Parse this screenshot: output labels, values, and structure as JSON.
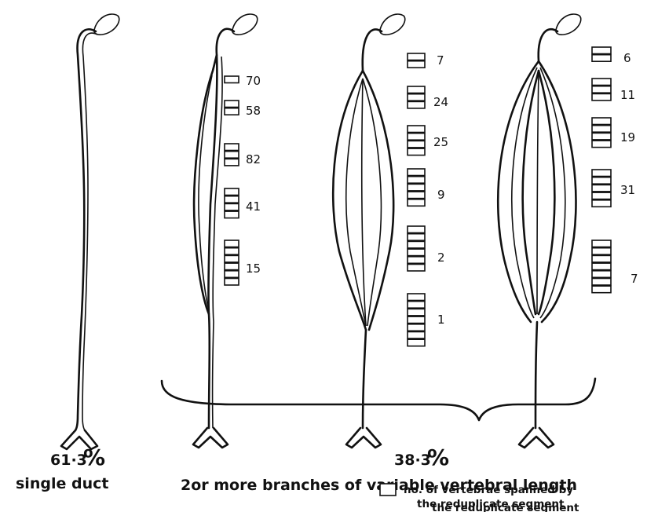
{
  "figure": {
    "groups": [
      {
        "percent": "61·3",
        "percent_sign": "%",
        "label": "single duct"
      },
      {
        "percent": "38·3",
        "percent_sign": "%",
        "label": "2or more branches of variable vertebral length"
      }
    ],
    "ducts": [
      {
        "name": "single-duct",
        "columns": []
      },
      {
        "name": "two-branch-duct",
        "columns": [
          {
            "count": "70",
            "vertebrae": 1
          },
          {
            "count": "58",
            "vertebrae": 2
          },
          {
            "count": "82",
            "vertebrae": 3
          },
          {
            "count": "41",
            "vertebrae": 4
          },
          {
            "count": "15",
            "vertebrae": 6
          }
        ]
      },
      {
        "name": "three-branch-duct",
        "columns": [
          {
            "count": "7",
            "vertebrae": 2
          },
          {
            "count": "24",
            "vertebrae": 3
          },
          {
            "count": "25",
            "vertebrae": 4
          },
          {
            "count": "9",
            "vertebrae": 5
          },
          {
            "count": "2",
            "vertebrae": 6
          },
          {
            "count": "1",
            "vertebrae": 7
          }
        ]
      },
      {
        "name": "multi-branch-duct",
        "columns": [
          {
            "count": "6",
            "vertebrae": 2
          },
          {
            "count": "11",
            "vertebrae": 3
          },
          {
            "count": "19",
            "vertebrae": 4
          },
          {
            "count": "31",
            "vertebrae": 5
          },
          {
            "count": "7",
            "vertebrae": 7
          }
        ]
      }
    ],
    "legend": {
      "icon": "vertebra-rectangle-icon",
      "line1": "no. of vertebrae spanned by",
      "line2": "the reduplicate segment"
    }
  }
}
